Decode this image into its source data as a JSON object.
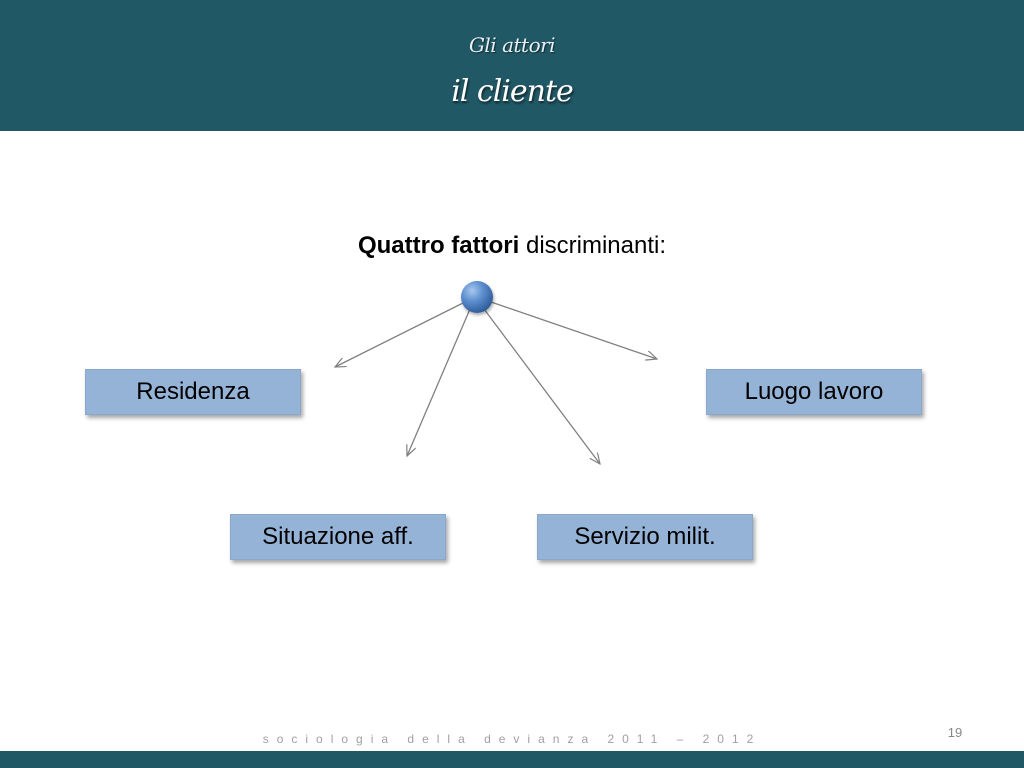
{
  "header": {
    "subtitle": "Gli attori",
    "title": "il cliente"
  },
  "heading": {
    "bold": "Quattro fattori",
    "rest": " discriminanti:"
  },
  "factors": [
    {
      "label": "Residenza"
    },
    {
      "label": "Luogo lavoro"
    },
    {
      "label": "Situazione aff."
    },
    {
      "label": "Servizio milit."
    }
  ],
  "footer": {
    "text": "sociologia della devianza 2011 – 2012",
    "page_number": "19"
  },
  "colors": {
    "header_bg": "#215866",
    "box_bg": "#95b3d7"
  }
}
